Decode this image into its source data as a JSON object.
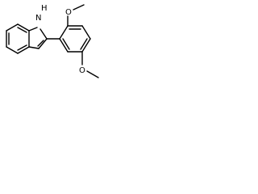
{
  "molecule": {
    "nh_label": "H",
    "n_label": "N",
    "o_top_label": "O",
    "o_bottom_label": "O"
  }
}
